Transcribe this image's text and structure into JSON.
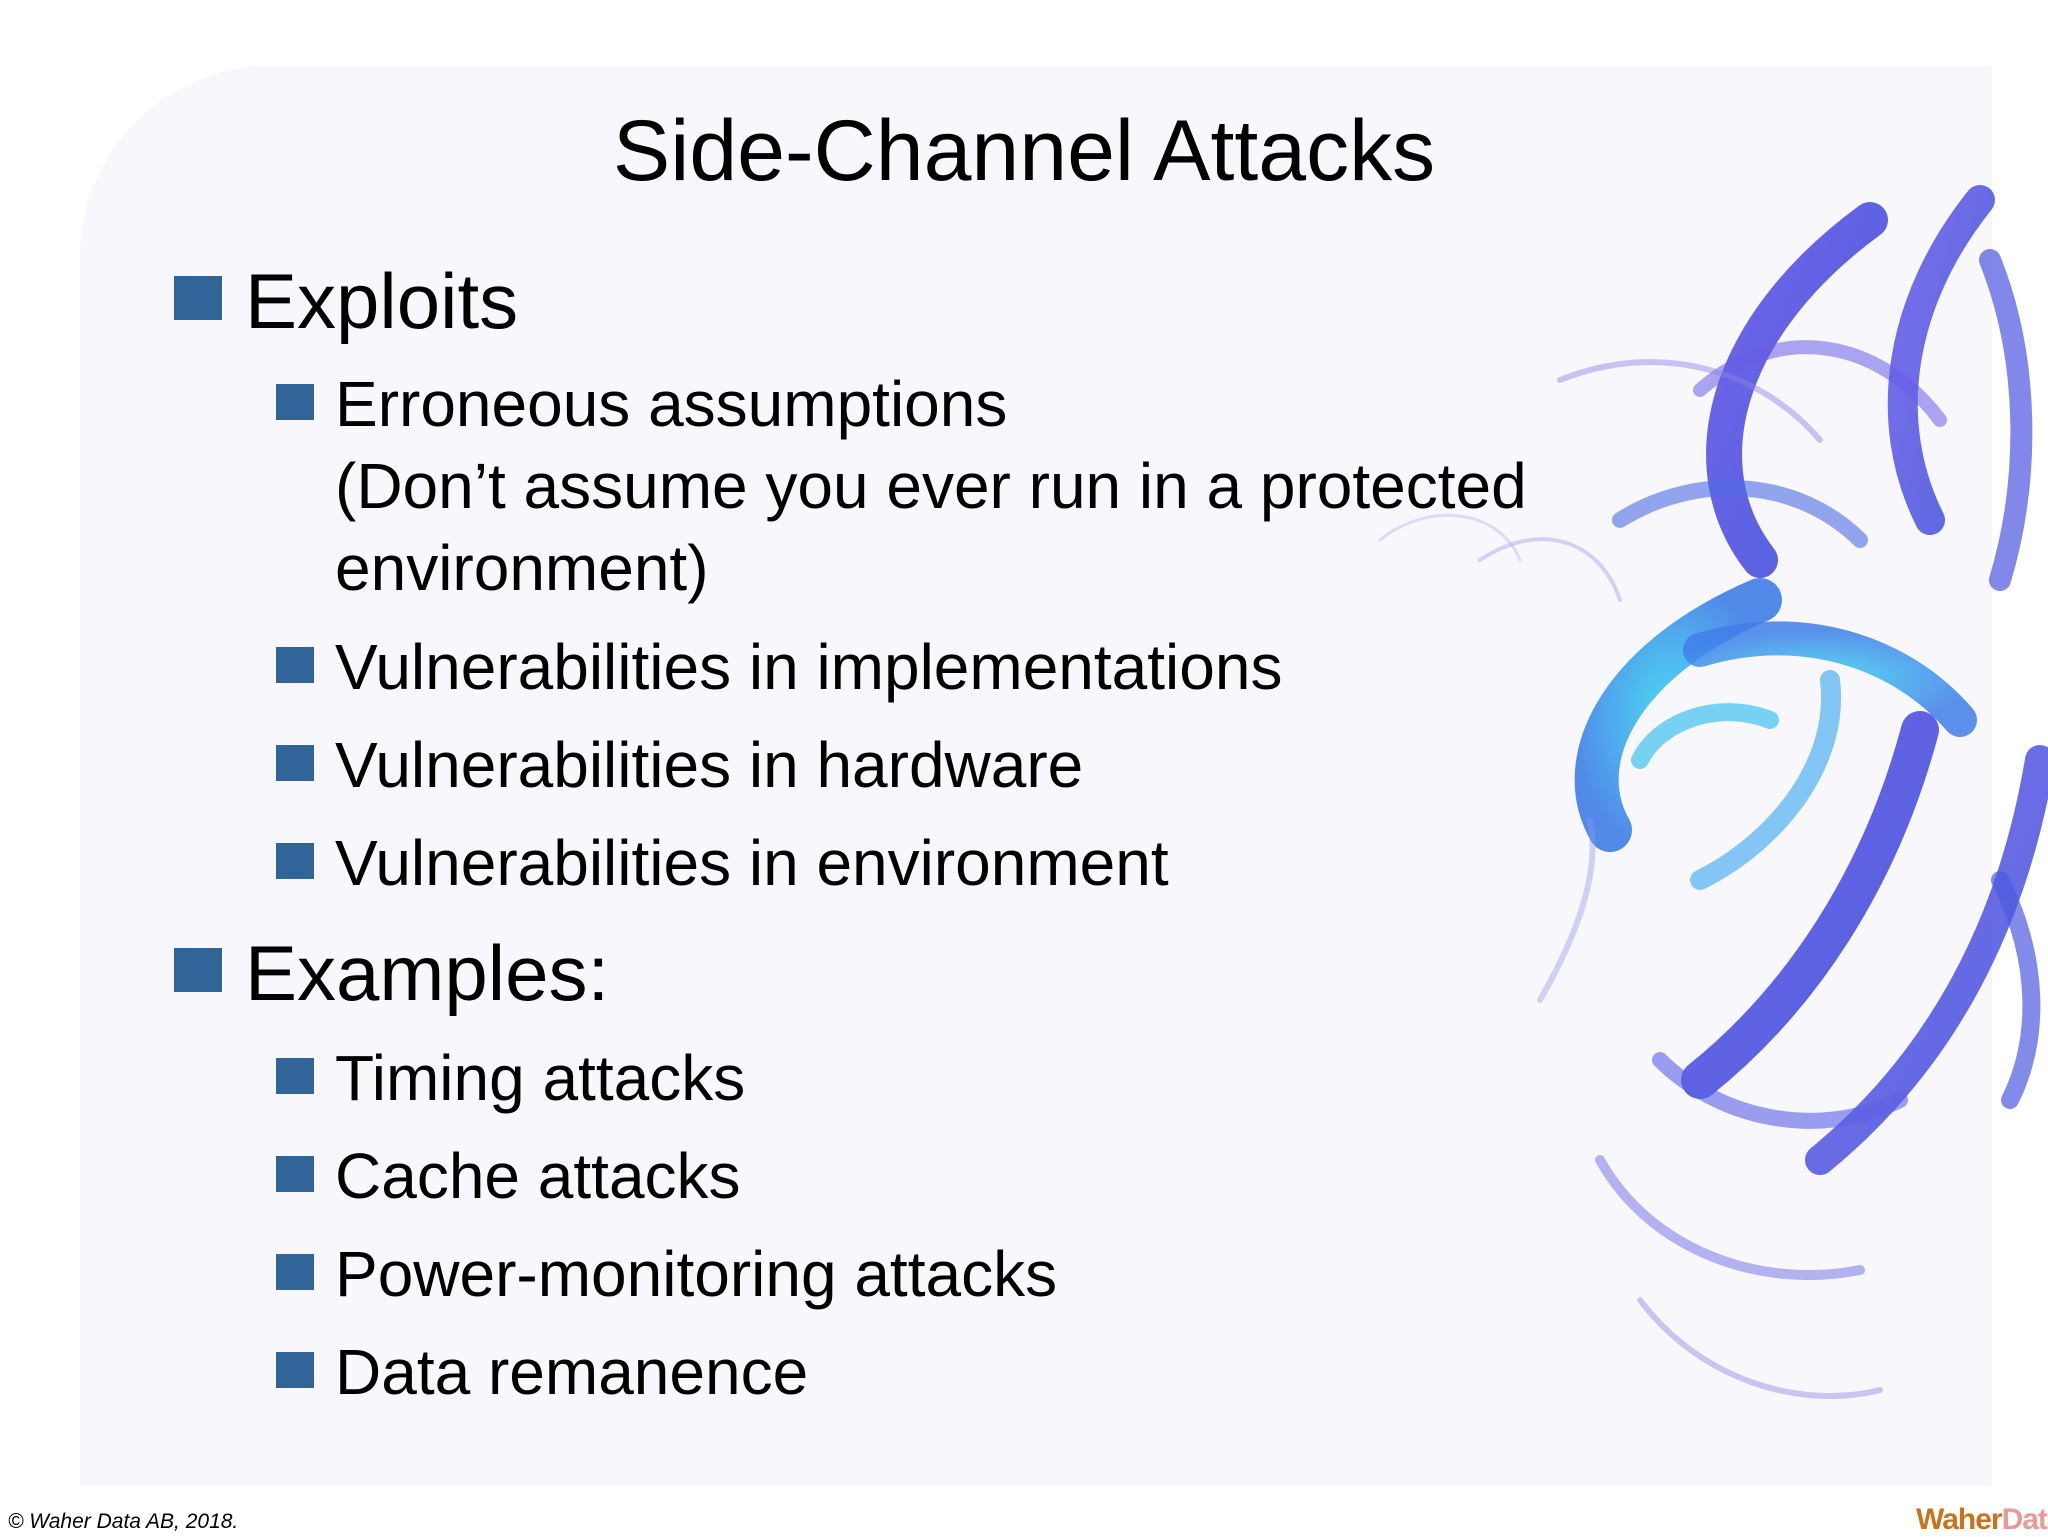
{
  "slide": {
    "title": "Side-Channel Attacks",
    "sections": [
      {
        "heading": "Exploits",
        "items": [
          {
            "line1": "Erroneous assumptions",
            "line2": "(Don’t assume you ever run in a protected",
            "line3": "environment)"
          },
          {
            "line1": "Vulnerabilities in implementations"
          },
          {
            "line1": "Vulnerabilities in hardware"
          },
          {
            "line1": "Vulnerabilities in environment"
          }
        ]
      },
      {
        "heading": "Examples:",
        "items": [
          {
            "line1": "Timing attacks"
          },
          {
            "line1": "Cache attacks"
          },
          {
            "line1": "Power-monitoring attacks"
          },
          {
            "line1": "Data remanence"
          }
        ]
      }
    ]
  },
  "footer": {
    "copyright": "© Waher Data AB, 2018."
  },
  "logo": {
    "brand_a": "Waher",
    "brand_b": "Data"
  },
  "colors": {
    "bullet": "#316598",
    "swirl_deep": "#3a4fe0",
    "swirl_light": "#38c8f0"
  }
}
